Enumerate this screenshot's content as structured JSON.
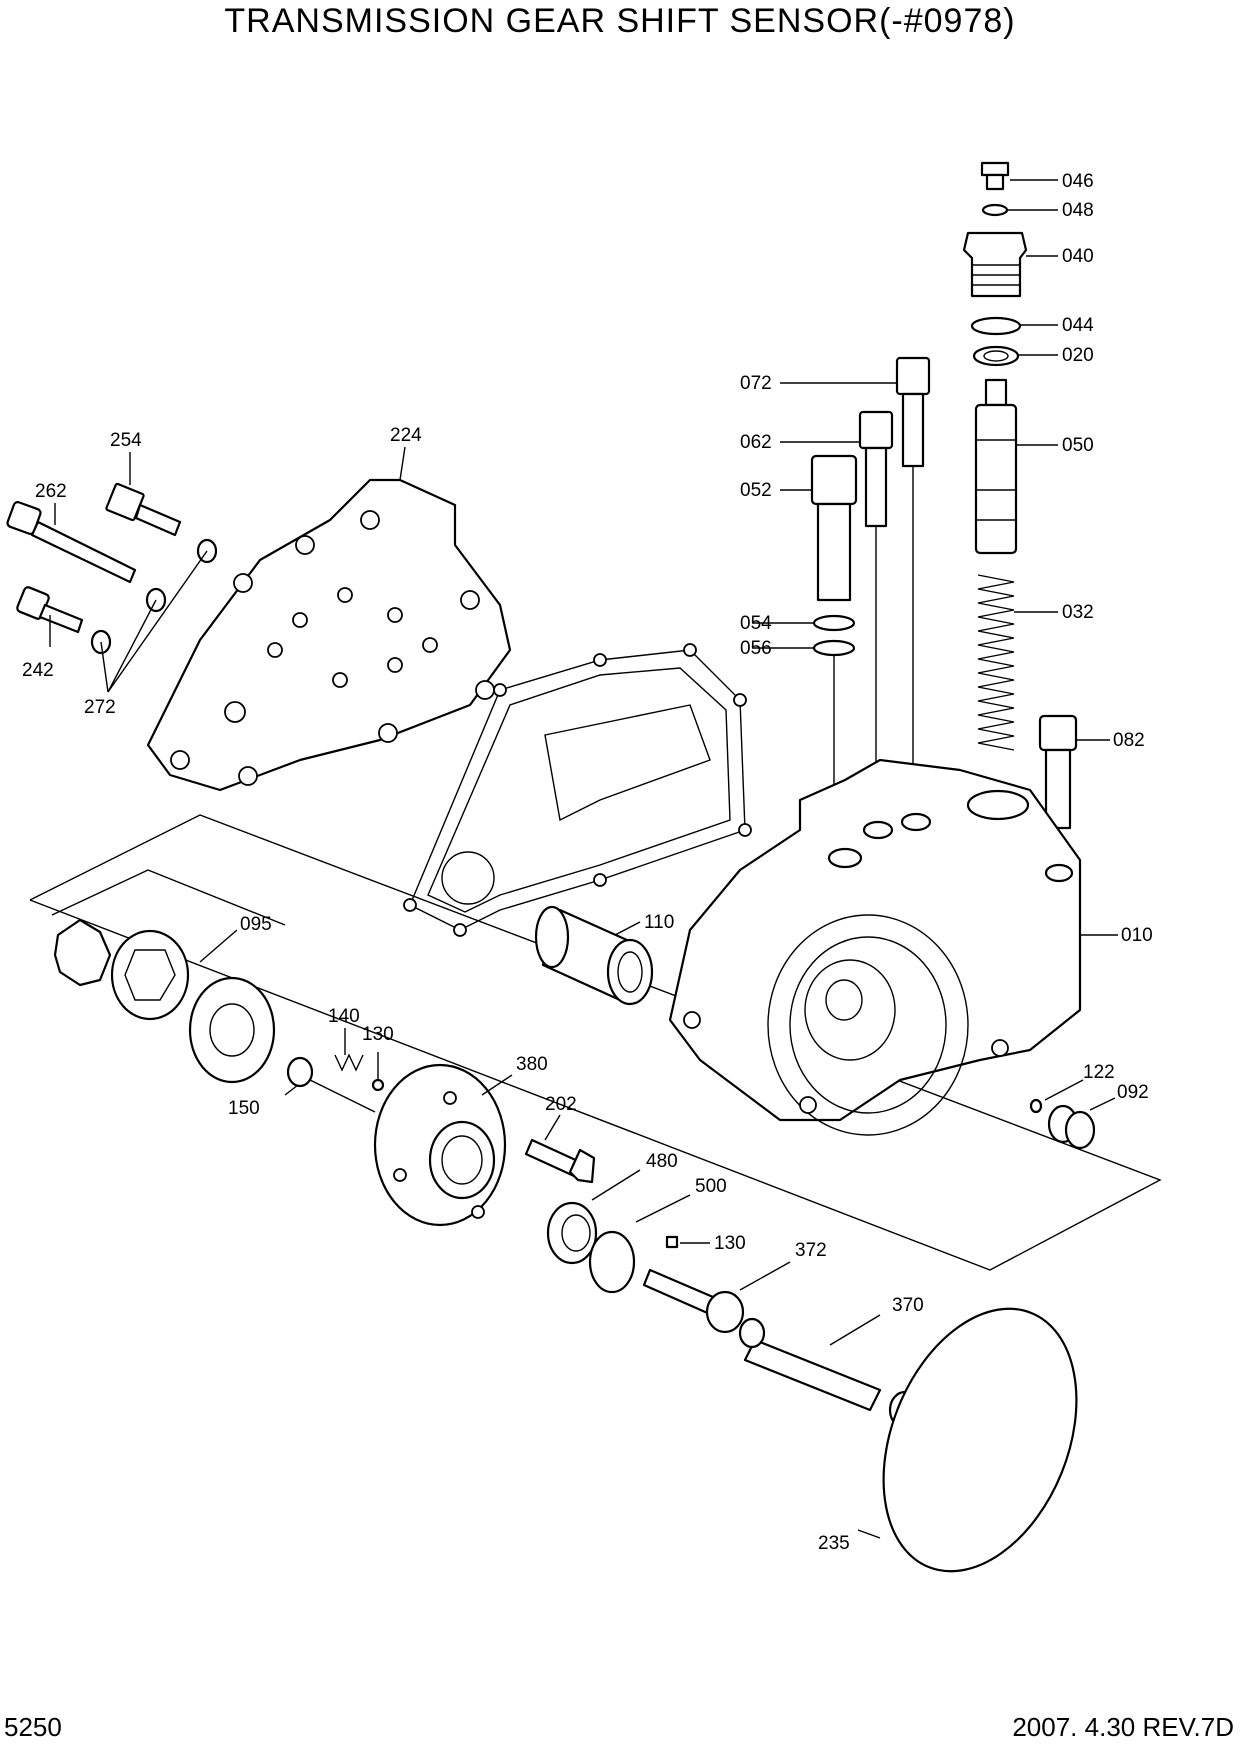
{
  "header": {
    "title": "TRANSMISSION GEAR SHIFT SENSOR(-#0978)"
  },
  "footer": {
    "page_number": "5250",
    "revision": "2007. 4.30  REV.7D"
  },
  "labels": {
    "p046": "046",
    "p048": "048",
    "p040": "040",
    "p044": "044",
    "p020": "020",
    "p072": "072",
    "p062": "062",
    "p052": "052",
    "p050": "050",
    "p054": "054",
    "p056": "056",
    "p032": "032",
    "p082": "082",
    "p010": "010",
    "p254": "254",
    "p224": "224",
    "p262": "262",
    "p242": "242",
    "p272": "272",
    "p095": "095",
    "p110": "110",
    "p140": "140",
    "p130a": "130",
    "p380": "380",
    "p150": "150",
    "p202": "202",
    "p480": "480",
    "p500": "500",
    "p130b": "130",
    "p372": "372",
    "p370": "370",
    "p122": "122",
    "p092": "092",
    "p235": "235"
  }
}
